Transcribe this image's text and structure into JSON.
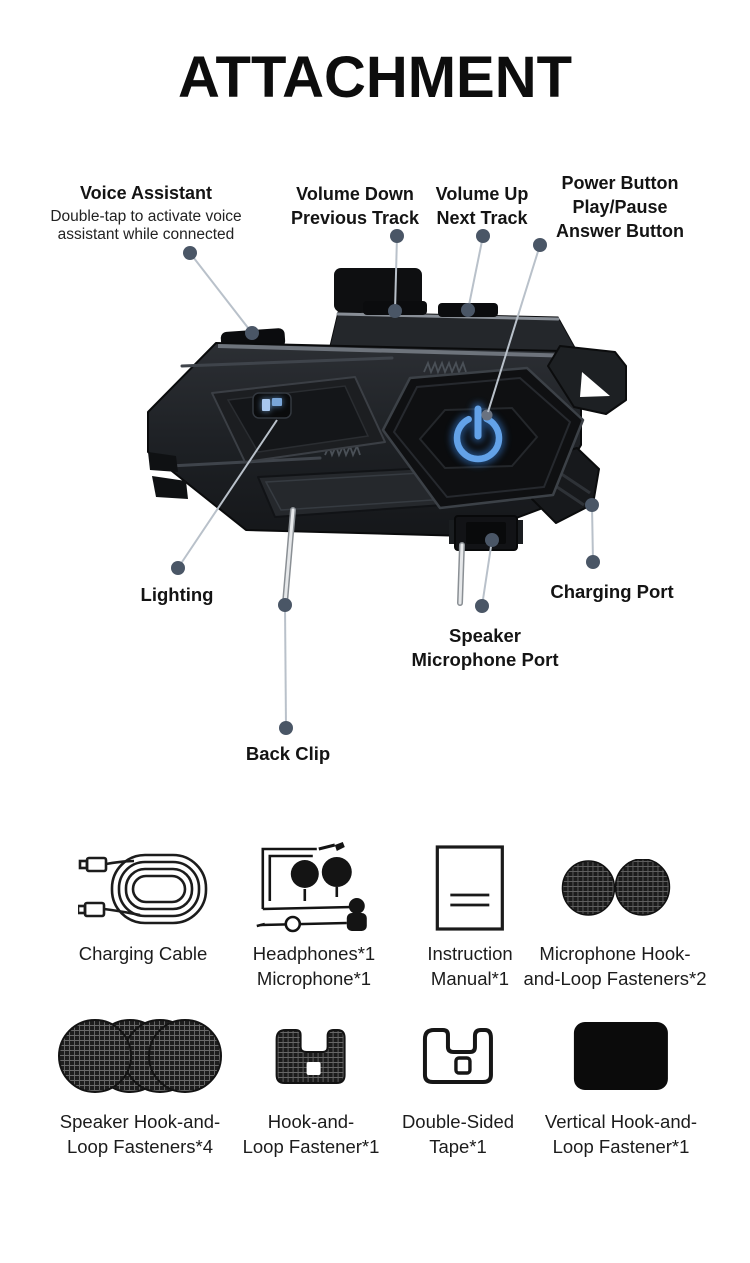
{
  "title": "ATTACHMENT",
  "colors": {
    "accent_blue": "#63a2e8",
    "callout_dot": "#4a5666",
    "leader_line": "#b9c1ca",
    "device_body": "#1d2024",
    "background": "#ffffff"
  },
  "callouts": {
    "voice_assistant": {
      "title": "Voice Assistant",
      "desc1": "Double-tap to activate voice",
      "desc2": "assistant while connected"
    },
    "volume_down": {
      "line1": "Volume Down",
      "line2": "Previous Track"
    },
    "volume_up": {
      "line1": "Volume Up",
      "line2": "Next Track"
    },
    "power": {
      "line1": "Power Button",
      "line2": "Play/Pause",
      "line3": "Answer Button"
    },
    "lighting": {
      "label": "Lighting"
    },
    "charging_port": {
      "label": "Charging Port"
    },
    "speaker_mic": {
      "line1": "Speaker",
      "line2": "Microphone Port"
    },
    "back_clip": {
      "label": "Back Clip"
    }
  },
  "accessories": [
    {
      "icon": "charging-cable-icon",
      "line1": "Charging Cable",
      "line2": ""
    },
    {
      "icon": "headphones-mic-icon",
      "line1": "Headphones*1",
      "line2": "Microphone*1"
    },
    {
      "icon": "instruction-manual-icon",
      "line1": "Instruction",
      "line2": "Manual*1"
    },
    {
      "icon": "microphone-fastener-icon",
      "line1": "Microphone Hook-",
      "line2": "and-Loop Fasteners*2"
    },
    {
      "icon": "speaker-fastener-icon",
      "line1": "Speaker Hook-and-",
      "line2": "Loop Fasteners*4"
    },
    {
      "icon": "hook-loop-fastener-icon",
      "line1": "Hook-and-",
      "line2": "Loop Fastener*1"
    },
    {
      "icon": "double-sided-tape-icon",
      "line1": "Double-Sided",
      "line2": "Tape*1"
    },
    {
      "icon": "vertical-fastener-icon",
      "line1": "Vertical Hook-and-",
      "line2": "Loop Fastener*1"
    }
  ]
}
